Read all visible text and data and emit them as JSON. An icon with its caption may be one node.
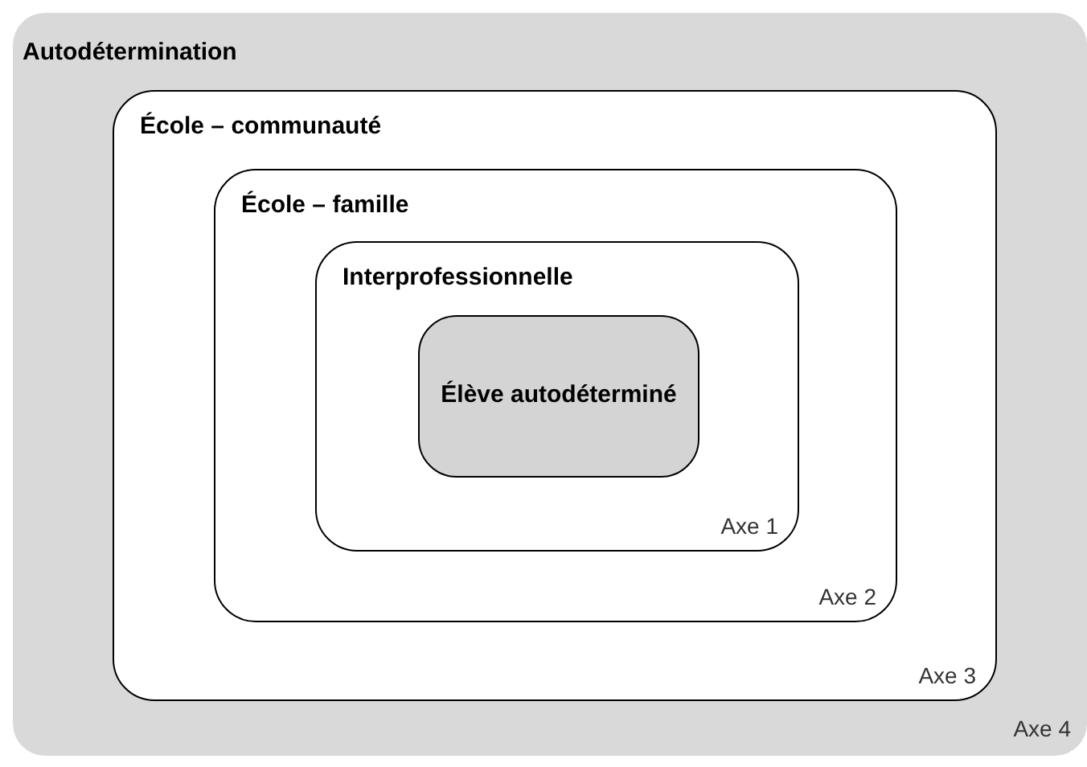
{
  "diagram": {
    "nodes": [
      {
        "text": [
          "Autodétermination",
          "Axe 4"
        ]
      },
      {
        "text": [
          "École – communauté",
          "Axe 3"
        ],
        "in": 0
      },
      {
        "text": [
          "École – famille",
          "Axe 2"
        ],
        "in": 1
      },
      {
        "text": [
          "Interprofessionnelle",
          "Axe 1"
        ],
        "in": 2
      },
      {
        "text": [
          "Élève autodéterminé"
        ],
        "in": 3
      }
    ]
  }
}
